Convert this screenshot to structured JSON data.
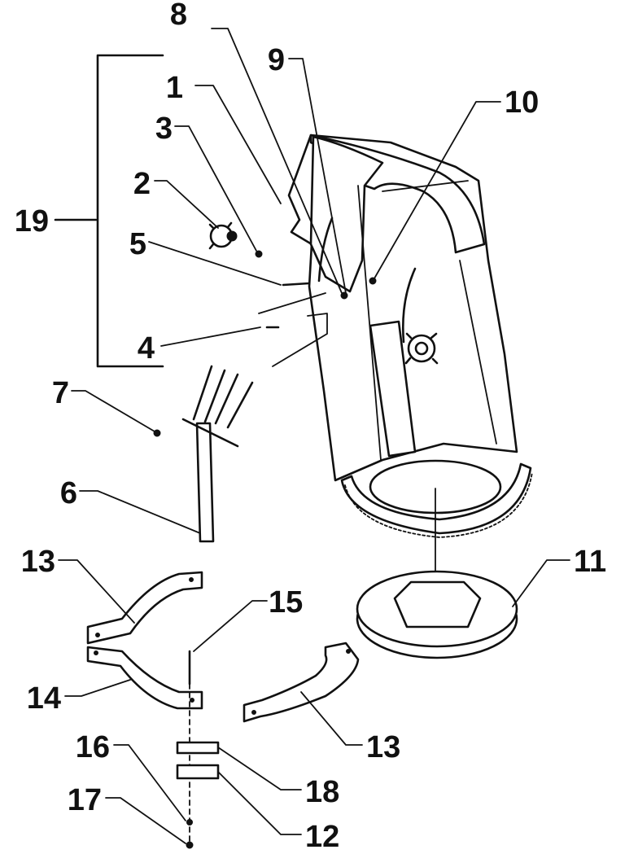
{
  "labels": {
    "l1": "1",
    "l2": "2",
    "l3": "3",
    "l4": "4",
    "l5": "5",
    "l6": "6",
    "l7": "7",
    "l8": "8",
    "l9": "9",
    "l10": "10",
    "l11": "11",
    "l12": "12",
    "l13a": "13",
    "l13b": "13",
    "l14": "14",
    "l15": "15",
    "l16": "16",
    "l17": "17",
    "l18": "18",
    "l19": "19"
  },
  "colors": {
    "ink": "#111111",
    "paper": "#ffffff"
  }
}
